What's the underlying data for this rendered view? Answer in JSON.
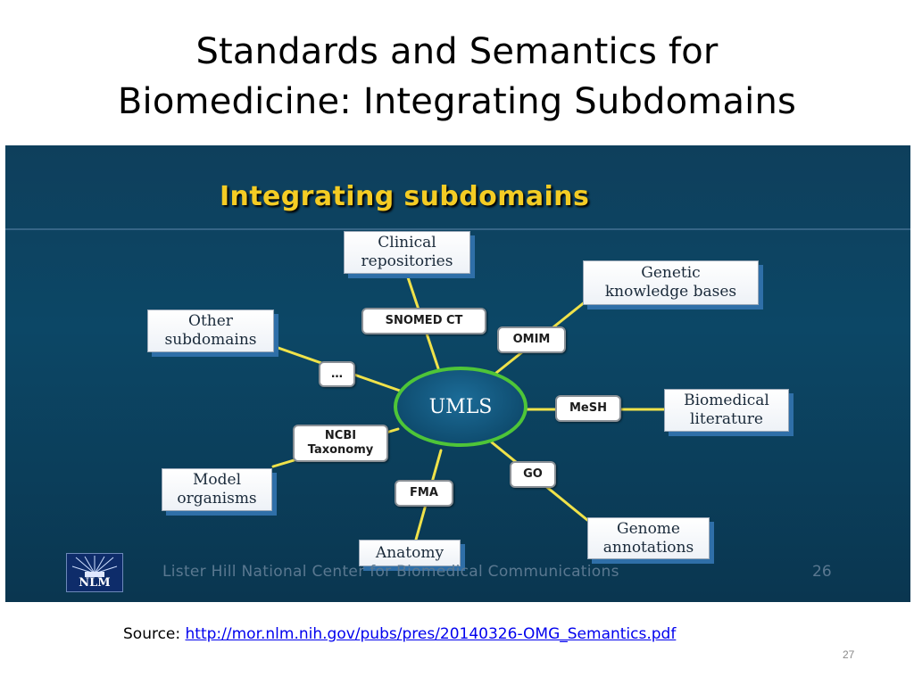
{
  "slide": {
    "title_line1": "Standards and Semantics for",
    "title_line2": "Biomedicine: Integrating Subdomains",
    "source_label": "Source:",
    "source_url": "http://mor.nlm.nih.gov/pubs/pres/20140326-OMG_Semantics.pdf",
    "slide_number": "27"
  },
  "panel": {
    "heading": "Integrating subdomains",
    "hub_label": "UMLS",
    "footer": "Lister Hill National Center for Biomedical Communications",
    "page_number": "26",
    "logo_text": "NLM",
    "colors": {
      "background": "#0c4766",
      "heading": "#f4cc24",
      "connector": "#f0e24a",
      "hub_ring": "#4ec538",
      "box_shadow": "#2f6fa8"
    }
  },
  "subdomains": {
    "clinical": "Clinical\nrepositories",
    "genetic": "Genetic\nknowledge bases",
    "other": "Other\nsubdomains",
    "biomedical": "Biomedical\nliterature",
    "model": "Model\norganisms",
    "genome": "Genome\nannotations",
    "anatomy": "Anatomy"
  },
  "knowledge_sources": {
    "snomed": "SNOMED CT",
    "omim": "OMIM",
    "other": "…",
    "mesh": "MeSH",
    "ncbi": "NCBI\nTaxonomy",
    "go": "GO",
    "fma": "FMA"
  }
}
